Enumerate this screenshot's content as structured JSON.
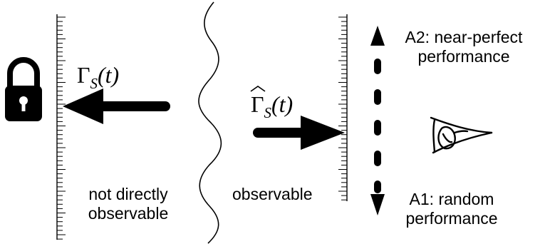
{
  "left_panel": {
    "gamma_symbol": "Γ",
    "gamma_subscript": "S",
    "gamma_argument": "(t)",
    "caption_line1": "not directly",
    "caption_line2": "observable",
    "icon": "lock-icon"
  },
  "middle_panel": {
    "gamma_hat_symbol": "Γ",
    "gamma_subscript": "S",
    "gamma_argument": "(t)",
    "caption": "observable"
  },
  "right_panel": {
    "a2_line1": "A2: near-perfect",
    "a2_line2": "performance",
    "a1_line1": "A1: random",
    "a1_line2": "performance",
    "icon": "eye-icon"
  },
  "colors": {
    "ink": "#000000",
    "background": "#ffffff"
  }
}
